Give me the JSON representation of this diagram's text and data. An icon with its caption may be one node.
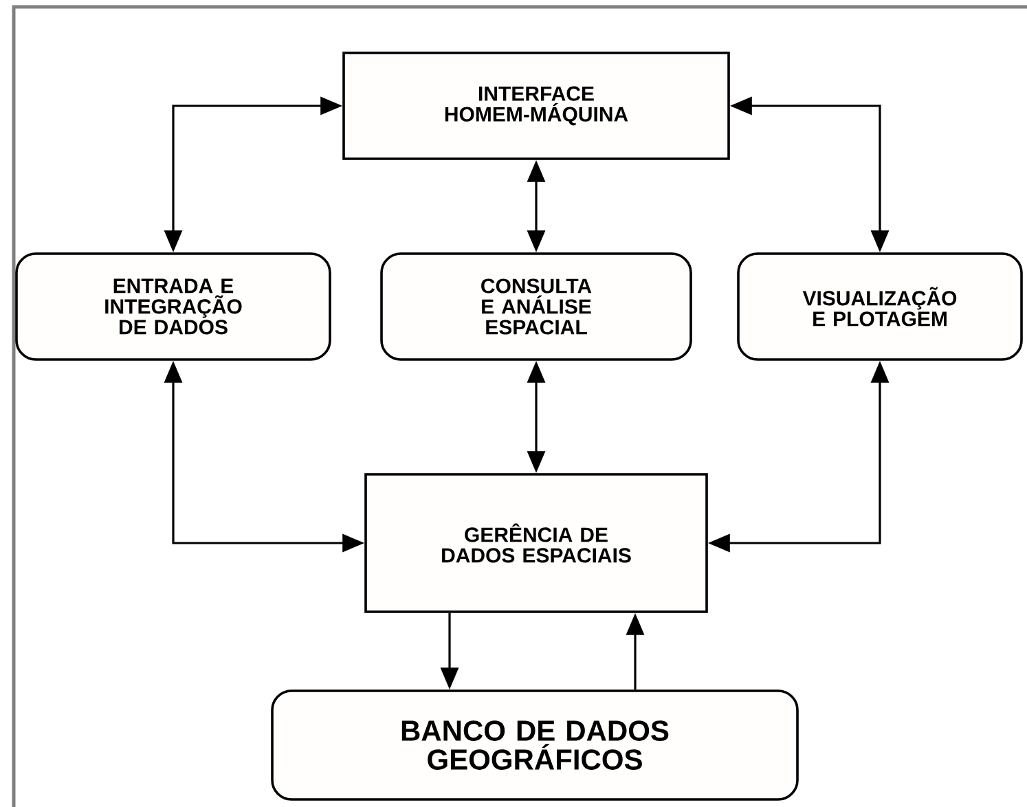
{
  "diagram": {
    "nodes": [
      {
        "text": [
          "INTERFACE HOMEM-MÁQUINA"
        ]
      },
      {
        "text": [
          "ENTRADA E INTEGRAÇÃO DE DADOS"
        ]
      },
      {
        "text": [
          "CONSULTA E ANÁLISE ESPACIAL"
        ]
      },
      {
        "text": [
          "VISUALIZAÇÃO E PLOTAGEM"
        ]
      },
      {
        "text": [
          "GERÊNCIA DE DADOS ESPACIAIS"
        ]
      },
      {
        "text": [
          "BANCO DE DADOS GEOGRÁFICOS"
        ]
      }
    ],
    "edges": [
      {
        "from": 0,
        "to": 1,
        "arrow": "both"
      },
      {
        "from": 0,
        "to": 2,
        "arrow": "both"
      },
      {
        "from": 0,
        "to": 3,
        "arrow": "both"
      },
      {
        "from": 1,
        "to": 4,
        "arrow": "both"
      },
      {
        "from": 2,
        "to": 4,
        "arrow": "both"
      },
      {
        "from": 3,
        "to": 4,
        "arrow": "both"
      },
      {
        "from": 4,
        "to": 5,
        "arrow": "to"
      },
      {
        "from": 5,
        "to": 4,
        "arrow": "to"
      }
    ]
  }
}
